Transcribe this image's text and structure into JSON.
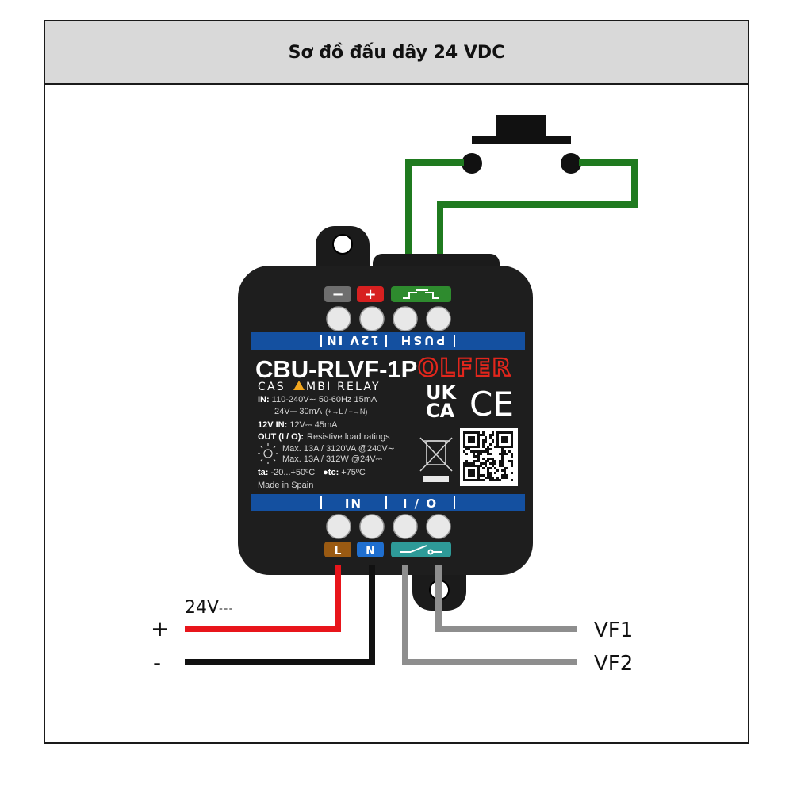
{
  "header": {
    "title": "Sơ đồ đấu dây 24 VDC"
  },
  "device": {
    "model": "CBU-RLVF-1P",
    "brand": "OLFER",
    "subtitle_a": "CAS",
    "subtitle_b": "MBI RELAY",
    "top_terminals": {
      "minus": "−",
      "plus": "+"
    },
    "top_bar_labels": {
      "left": "12V IN",
      "right": "PUSH"
    },
    "bottom_bar_labels": {
      "left": "IN",
      "right": "I / O"
    },
    "bottom_terminals": {
      "l": "L",
      "n": "N"
    },
    "specs": {
      "line1_bold": "IN:",
      "line1": "110-240V∼ 50-60Hz 15mA",
      "line2": "24V⎓ 30mA",
      "line2b": "(+→L / −→N)",
      "line3_bold": "12V IN:",
      "line3": "12V⎓ 45mA",
      "line4_bold": "OUT (I / O):",
      "line4": "Resistive load ratings",
      "line5": "Max. 13A / 3120VA @240V∼",
      "line6": "Max. 13A / 312W @24V⎓",
      "line7_bold_a": "ta:",
      "line7_a": "-20...+50ºC",
      "line7_bold_b": "●tc:",
      "line7_b": "+75ºC",
      "line8": "Made in Spain"
    },
    "marks": {
      "ukca_top": "UK",
      "ukca_bottom": "CA",
      "ce": "CE"
    }
  },
  "wiring": {
    "supply_label": "24V⎓",
    "plus_label": "+",
    "minus_label": "-",
    "vf1_label": "VF1",
    "vf2_label": "VF2"
  },
  "colors": {
    "wire_red": "#e8151b",
    "wire_black": "#111111",
    "wire_gray": "#8e8e8e",
    "wire_green": "#1f7a1f",
    "terminal_blue": "#1450a0",
    "terminal_green": "#2e8b2e",
    "terminal_red": "#d72020",
    "terminal_gray": "#6e6e6e",
    "terminal_brown": "#9a5a12",
    "terminal_teal": "#2e9a98",
    "brand_red": "#e2261c"
  }
}
